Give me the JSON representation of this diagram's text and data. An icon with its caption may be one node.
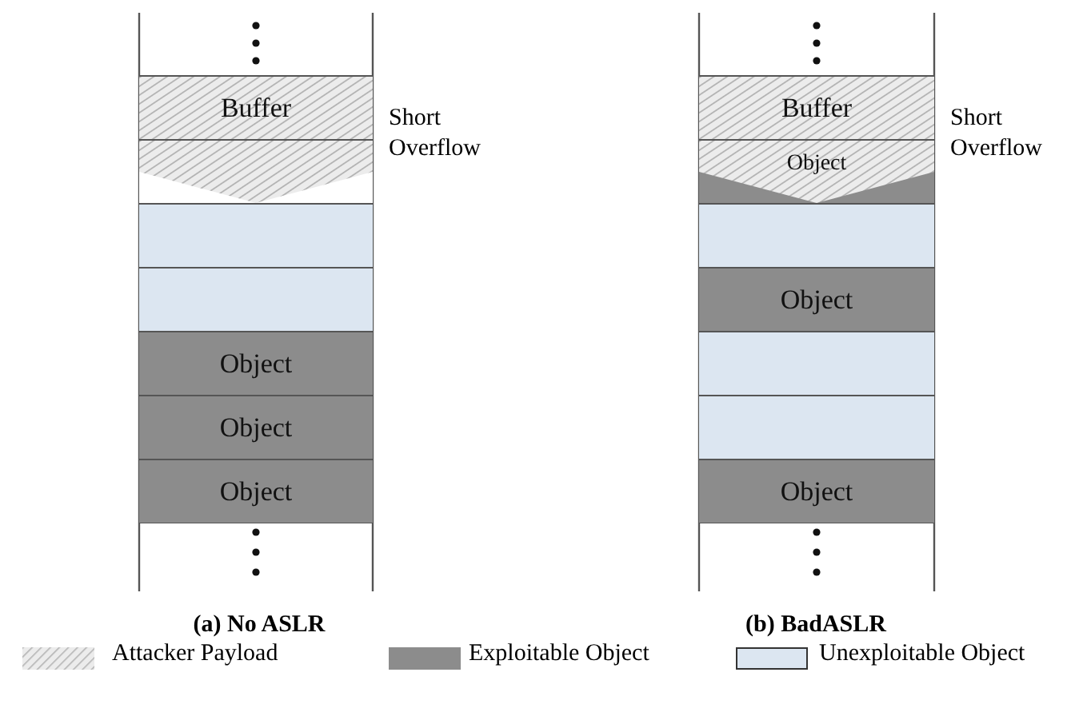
{
  "diagram": {
    "nodes": [
      {
        "text": [
          "Buffer"
        ]
      },
      {
        "text": [],
        "shape": "box",
        "beside": [
          "Short Overflow"
        ]
      },
      {
        "text": [],
        "shape": "box"
      },
      {
        "text": [],
        "shape": "box"
      },
      {
        "text": [
          "Object"
        ]
      },
      {
        "text": [
          "Object"
        ]
      },
      {
        "text": [
          "Object"
        ]
      },
      {
        "text": [
          "Buffer"
        ]
      },
      {
        "text": [
          "Object"
        ],
        "beside": [
          "Short Overflow"
        ]
      },
      {
        "text": [],
        "shape": "box"
      },
      {
        "text": [
          "Object"
        ]
      },
      {
        "text": [],
        "shape": "box"
      },
      {
        "text": [],
        "shape": "box"
      },
      {
        "text": [
          "Object"
        ]
      }
    ],
    "labels": [
      "(a) No ASLR",
      "(b) BadASLR"
    ],
    "legend": [
      {
        "text": "Attacker Payload"
      },
      {
        "text": "Exploitable Object",
        "color": "#8c8c8c"
      },
      {
        "text": "Unexploitable Object",
        "color": "#dce6f1"
      }
    ]
  }
}
